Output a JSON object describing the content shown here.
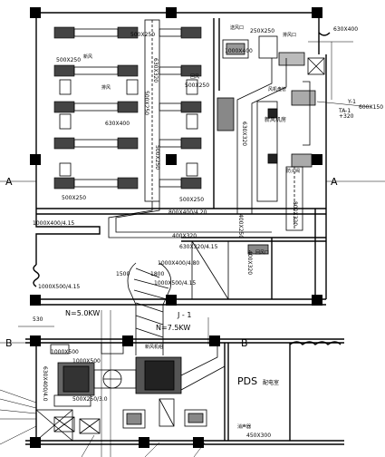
{
  "grid_marks": {
    "A": "A",
    "B": "B",
    "J1": "J - 1"
  },
  "power_ratings": {
    "left": "N=5.0KW",
    "right": "N=7.5KW"
  },
  "room_labels": {
    "pds": "PDS",
    "pds_sub": "配电室",
    "ahu_room": "新风机房"
  },
  "dimension_labels": [
    "630X400",
    "250X250",
    "500X250",
    "500X250",
    "500X250",
    "630X400",
    "500X250",
    "630X320",
    "500X250",
    "500X250",
    "500X250",
    "1000X400/4.15",
    "800X400/4.20",
    "400X320",
    "630X320/4.15",
    "1000X400/4.80",
    "1000X500/4.15",
    "1000X500/4.15",
    "1000X500",
    "1000X500",
    "500X250/3.0",
    "630X400/4.0",
    "530",
    "450X300",
    "1500",
    "1800",
    "1000X400",
    "400X320",
    "800X320",
    "600X150",
    "+320",
    "Y-1",
    "TA-1",
    "630X320",
    "400X250"
  ],
  "note_labels": [
    "新风",
    "排风",
    "回风",
    "风机盘管",
    "防火阀",
    "送风口",
    "排风口",
    "新风机组",
    "消声器",
    "回风口"
  ]
}
